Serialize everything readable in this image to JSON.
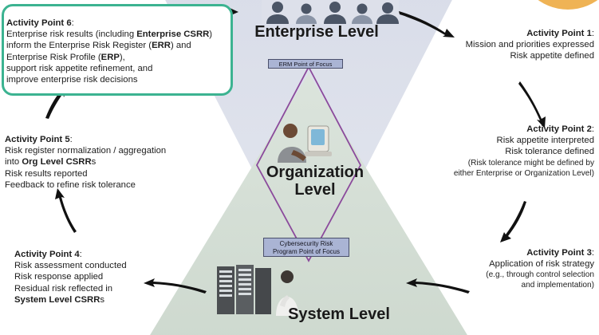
{
  "diagram": {
    "levels": {
      "enterprise": "Enterprise Level",
      "organization": "Organization\nLevel",
      "system": "System Level"
    },
    "focus_labels": {
      "erm": "ERM Point of Focus",
      "csrp": "Cybersecurity Risk\nProgram Point of Focus"
    },
    "colors": {
      "enterprise_triangle": "#dde0ea",
      "system_triangle": "#d3ddd4",
      "diamond_outline": "#8b4a9c",
      "focus_box_fill": "#aab4d4",
      "focus_box_border": "#4a4f6b",
      "highlight_border": "#3cb391",
      "accent_orange": "#f0b köz"
    }
  },
  "activity_points": {
    "ap1": {
      "header": "Activity Point 1",
      "lines": [
        "Mission and priorities expressed",
        "Risk appetite defined"
      ]
    },
    "ap2": {
      "header": "Activity Point 2",
      "lines": [
        "Risk appetite interpreted",
        "Risk tolerance defined"
      ],
      "note_lines": [
        "(Risk tolerance might be defined by",
        "either Enterprise or Organization Level)"
      ]
    },
    "ap3": {
      "header": "Activity Point 3",
      "lines": [
        "Application of risk strategy"
      ],
      "note_lines": [
        "(e.g., through control selection",
        "and implementation)"
      ]
    },
    "ap4": {
      "header": "Activity Point 4",
      "lines": [
        "Risk assessment conducted",
        "Risk response applied",
        "Residual risk reflected in"
      ],
      "bold_tail": "System Level CSRR",
      "bold_tail_suffix": "s"
    },
    "ap5": {
      "header": "Activity Point 5",
      "line1": "Risk register normalization / aggregation",
      "line2_prefix": "into ",
      "line2_bold": "Org Level CSRR",
      "line2_suffix": "s",
      "line3": "Risk results reported",
      "line4": "Feedback to refine risk tolerance"
    },
    "ap6": {
      "header": "Activity Point 6",
      "l1_pre": "Enterprise risk results (including ",
      "l1_bold": "Enterprise CSRR",
      "l1_post": ")",
      "l2_pre": "inform the Enterprise Risk Register (",
      "l2_bold": "ERR",
      "l2_post": ") and",
      "l3_pre": "Enterprise Risk Profile (",
      "l3_bold": "ERP",
      "l3_post": "),",
      "l4": "support risk appetite refinement, and",
      "l5": "improve enterprise risk decisions"
    }
  }
}
